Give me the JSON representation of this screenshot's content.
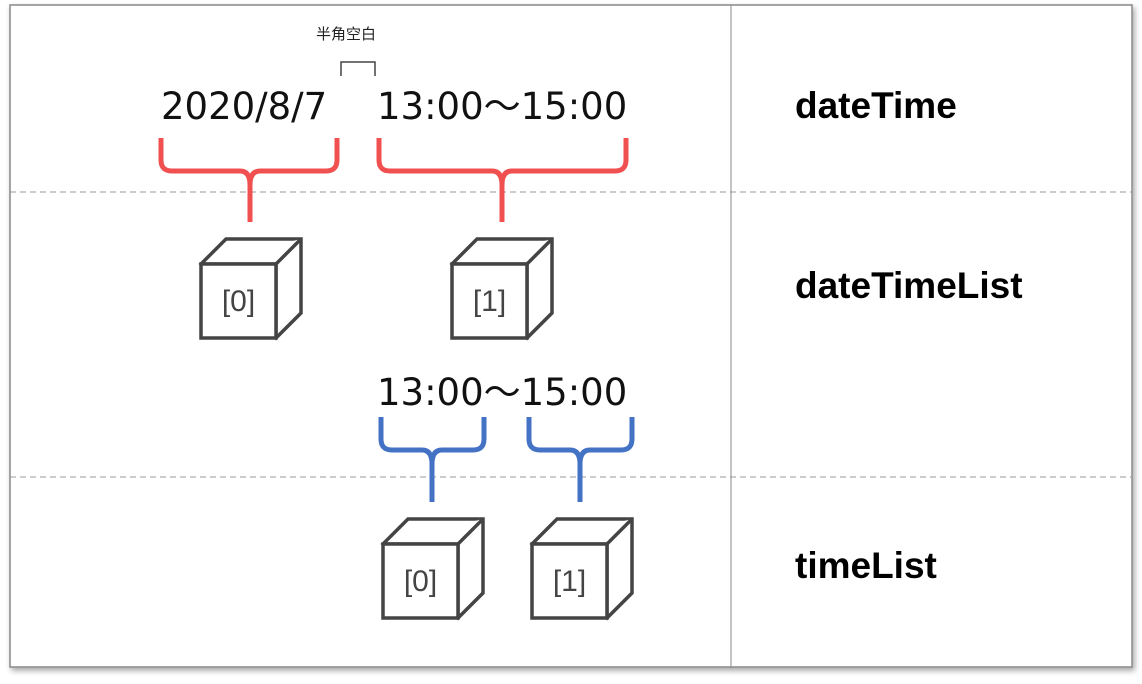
{
  "annotation": {
    "half_width_space": "半角空白"
  },
  "source_text": {
    "date": "2020/8/7",
    "time_range": "13:00〜15:00"
  },
  "split_text": {
    "time_range": "13:00〜15:00"
  },
  "labels": {
    "row1": "dateTime",
    "row2": "dateTimeList",
    "row3": "timeList"
  },
  "date_time_list": {
    "items": [
      "[0]",
      "[1]"
    ]
  },
  "time_list": {
    "items": [
      "[0]",
      "[1]"
    ]
  },
  "colors": {
    "date_time_brace": "#f05050",
    "time_list_brace": "#4472c4",
    "cube_stroke": "#444444"
  }
}
